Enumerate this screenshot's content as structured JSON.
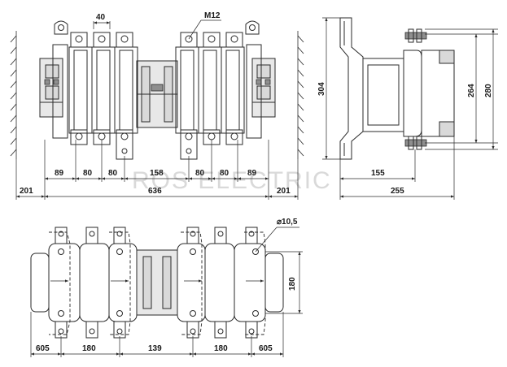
{
  "watermark": "ROS ELECTRIC",
  "front_view": {
    "top_labels": {
      "pole_gap": "40",
      "bolt": "M12"
    },
    "bottom_row": [
      "89",
      "80",
      "80",
      "158",
      "80",
      "80",
      "89"
    ],
    "overall": {
      "left_clearance": "201",
      "width": "636",
      "right_clearance": "201"
    }
  },
  "side_view": {
    "height_left": "304",
    "height_inner": "264",
    "height_outer": "280",
    "depth_inner": "155",
    "depth_total": "255"
  },
  "plan_view": {
    "hole_label": "⌀10,5",
    "height": "180",
    "bottom_row": [
      "605",
      "180",
      "139",
      "180",
      "605"
    ]
  }
}
